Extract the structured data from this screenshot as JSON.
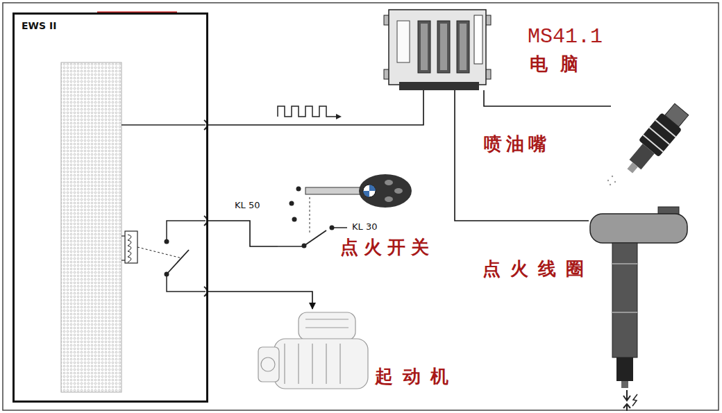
{
  "diagram": {
    "nodes": [
      {
        "text": [
          "EWS II"
        ]
      },
      {
        "text": [
          "MS41.1",
          "电脑"
        ]
      },
      {
        "text": [
          "喷油嘴"
        ]
      },
      {
        "text": [
          "点火开关"
        ]
      },
      {
        "text": [
          "点火线圈"
        ]
      },
      {
        "text": [
          "起动机"
        ]
      }
    ],
    "edges": [
      {
        "from": 0,
        "to": 1,
        "arrow": "none"
      },
      {
        "from": 1,
        "to": 2,
        "arrow": "none"
      },
      {
        "from": 1,
        "to": 4,
        "arrow": "none"
      },
      {
        "from": 3,
        "to": 0,
        "label": "KL 50",
        "arrow": "none"
      },
      {
        "from": 0,
        "to": 5,
        "arrow": "to"
      }
    ],
    "labels": [
      "KL 30"
    ]
  }
}
